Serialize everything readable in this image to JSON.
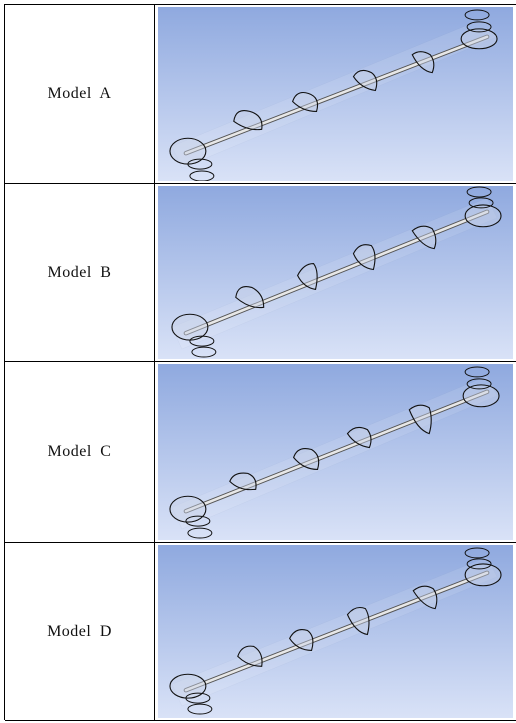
{
  "table": {
    "rows": [
      {
        "label": "Model  A"
      },
      {
        "label": "Model  B"
      },
      {
        "label": "Model  C"
      },
      {
        "label": "Model  D"
      }
    ]
  },
  "colors": {
    "background_top": "#8fa9df",
    "background_bottom": "#d9e2f7",
    "outline": "#111111",
    "shaft": "#cfcfcf"
  }
}
